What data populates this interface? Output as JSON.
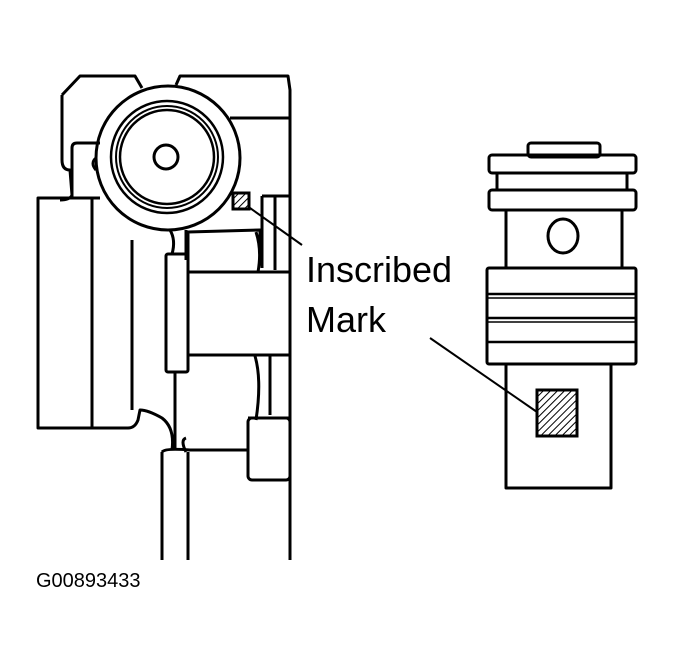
{
  "diagram": {
    "callout": {
      "line1": "Inscribed",
      "line2": "Mark"
    },
    "figure_id": "G00893433",
    "colors": {
      "stroke": "#000000",
      "background": "#ffffff"
    },
    "components": [
      {
        "name": "valve-body",
        "description": "Left: valve body with round port and inscribed mark"
      },
      {
        "name": "valve-spool",
        "description": "Right: valve spool/solenoid with inscribed mark"
      }
    ]
  }
}
